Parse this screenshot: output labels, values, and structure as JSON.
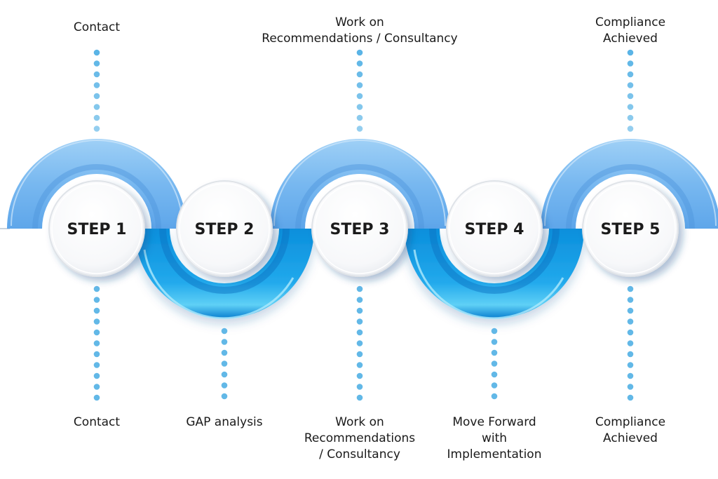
{
  "title": "Compliance process steps",
  "colors": {
    "arc_top": "#6fb2ee",
    "arc_top_light": "#93c8f4",
    "arc_bottom": "#1a9ee6",
    "arc_bottom_light": "#4cc3f3",
    "dot": "#5ab4e6",
    "circle_fill": "#ffffff",
    "text": "#1a1a1a"
  },
  "steps": [
    {
      "label": "STEP 1",
      "arc": "top",
      "top_caption": [
        "Contact"
      ],
      "bottom_caption": [
        "Contact"
      ],
      "top_dots": 8,
      "bottom_dots": 11
    },
    {
      "label": "STEP 2",
      "arc": "bottom",
      "top_caption": [],
      "bottom_caption": [
        "GAP analysis"
      ],
      "top_dots": 0,
      "bottom_dots": 7
    },
    {
      "label": "STEP 3",
      "arc": "top",
      "top_caption": [
        "Work on",
        "Recommendations / Consultancy"
      ],
      "bottom_caption": [
        "Work on",
        "Recommendations",
        "/ Consultancy"
      ],
      "top_dots": 8,
      "bottom_dots": 11
    },
    {
      "label": "STEP 4",
      "arc": "bottom",
      "top_caption": [],
      "bottom_caption": [
        "Move Forward",
        "with",
        "Implementation"
      ],
      "top_dots": 0,
      "bottom_dots": 7
    },
    {
      "label": "STEP 5",
      "arc": "top",
      "top_caption": [
        "Compliance",
        "Achieved"
      ],
      "bottom_caption": [
        "Compliance",
        "Achieved"
      ],
      "top_dots": 8,
      "bottom_dots": 11
    }
  ]
}
